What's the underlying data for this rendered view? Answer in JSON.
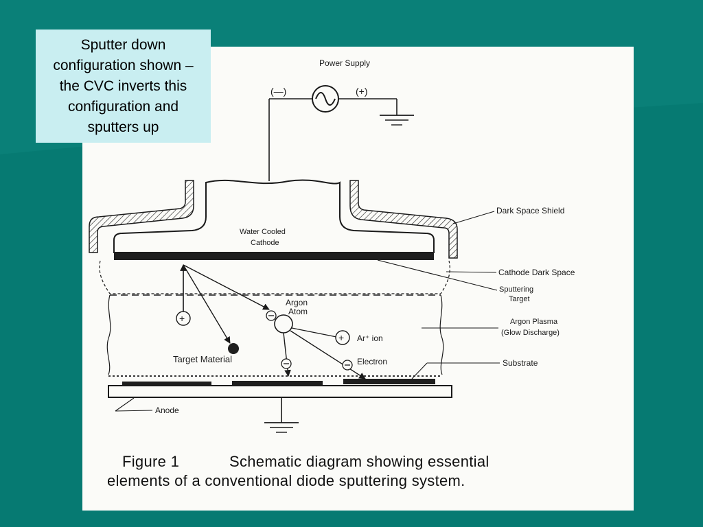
{
  "callout": {
    "text": "Sputter down configuration shown – the CVC inverts this configuration and sputters up"
  },
  "diagram": {
    "power_supply": "Power Supply",
    "minus_terminal": "(—)",
    "plus_terminal": "(+)",
    "water_cooled": "Water Cooled",
    "cathode": "Cathode",
    "dark_space_shield": "Dark Space Shield",
    "cathode_dark_space": "Cathode Dark Space",
    "sputtering": "Sputtering",
    "target": "Target",
    "argon": "Argon",
    "atom": "Atom",
    "argon_plasma": "Argon Plasma",
    "glow_discharge": "(Glow Discharge)",
    "ar_ion": "Ar⁺ ion",
    "electron": "Electron",
    "target_material": "Target Material",
    "substrate": "Substrate",
    "anode": "Anode"
  },
  "caption": {
    "line1_prefix": "Figure 1",
    "line1_text": "Schematic diagram showing essential",
    "line2_text": "elements of a conventional diode sputtering system."
  },
  "colors": {
    "background": "#067a72",
    "callout_bg": "#c9eef1",
    "panel_bg": "#fbfbf8"
  }
}
